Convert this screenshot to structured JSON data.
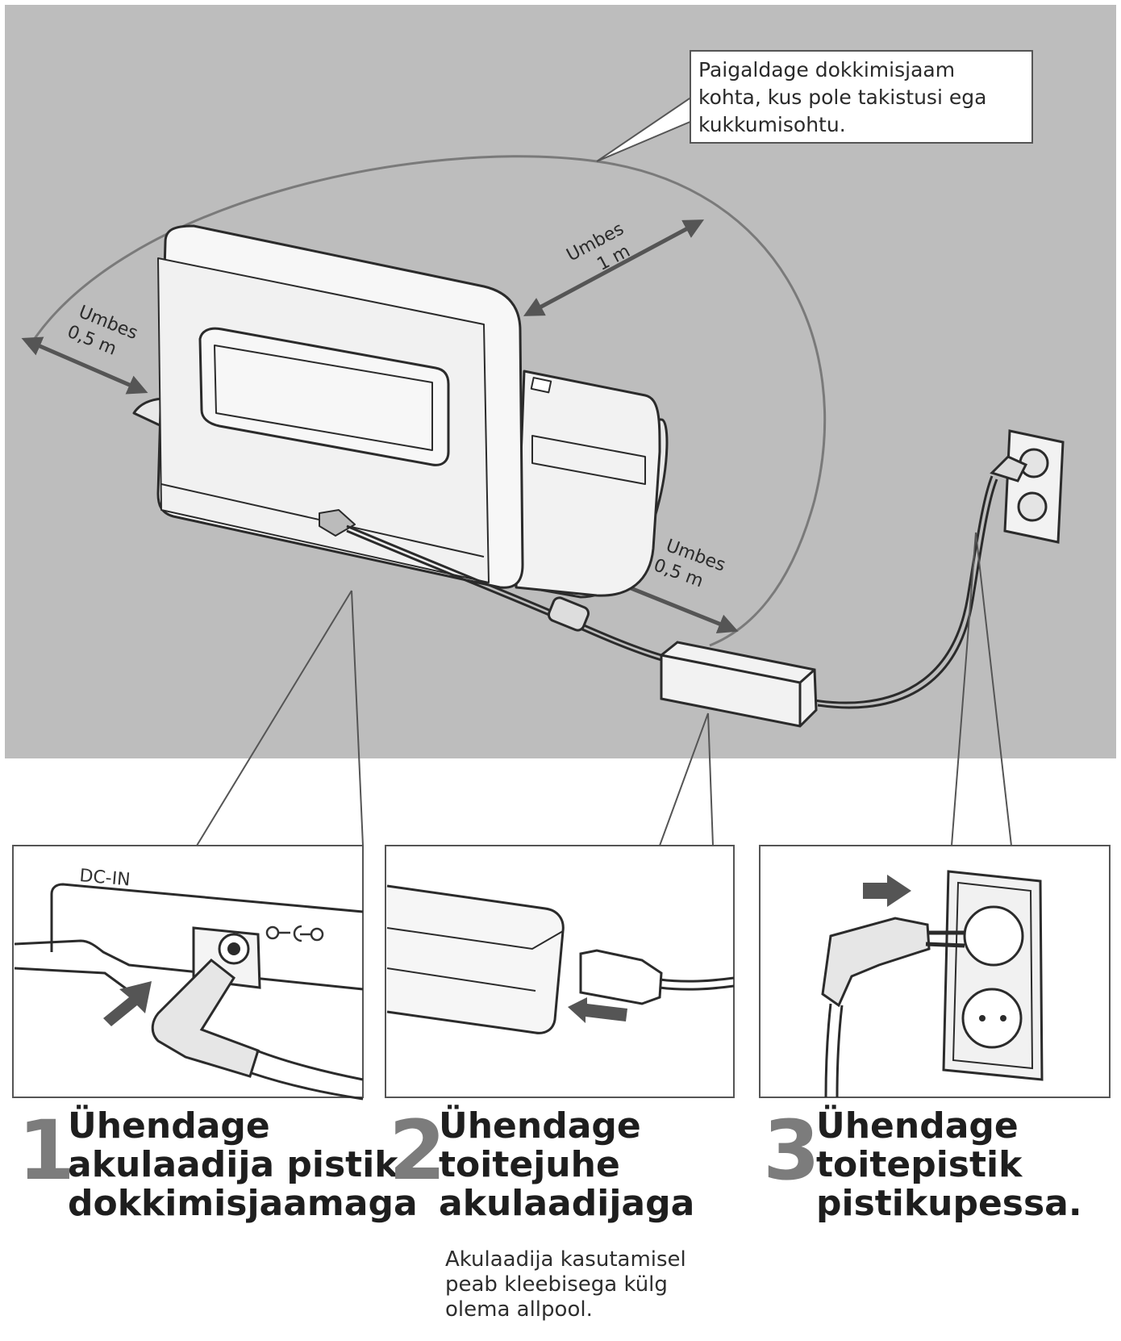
{
  "callout": {
    "lines": [
      "Paigaldage dokkimisjaam",
      "kohta, kus pole takistusi ega",
      "kukkumisohtu."
    ]
  },
  "distances": {
    "left": [
      "Umbes",
      "0,5 m"
    ],
    "top": [
      "Umbes",
      "1 m"
    ],
    "right": [
      "Umbes",
      "0,5 m"
    ]
  },
  "panel1": {
    "port_label": "DC-IN"
  },
  "steps": [
    {
      "number": "1",
      "lines": [
        "Ühendage",
        "akulaadija pistik",
        "dokkimisjaamaga"
      ]
    },
    {
      "number": "2",
      "lines": [
        "Ühendage",
        "toitejuhe",
        "akulaadijaga"
      ]
    },
    {
      "number": "3",
      "lines": [
        "Ühendage",
        "toitepistik",
        "pistikupessa."
      ]
    }
  ],
  "note": {
    "lines": [
      "Akulaadija kasutamisel",
      "peab kleebisega külg",
      "olema allpool."
    ]
  },
  "colors": {
    "background_area": "#bdbdbd",
    "outline": "#2b2b2b",
    "arrow": "#555555"
  }
}
